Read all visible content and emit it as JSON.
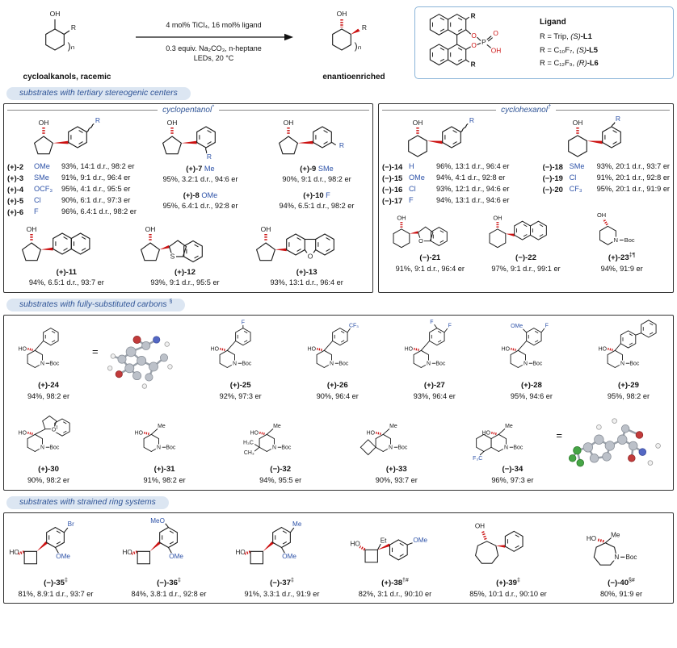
{
  "colors": {
    "accent_blue": "#2d52a8",
    "title_blue": "#2f5496",
    "pill_bg": "#dce6f2",
    "stereo_red": "#cc1111",
    "ligand_border": "#8ab4d8"
  },
  "scheme": {
    "reactant": {
      "label": "cycloalkanols, racemic"
    },
    "conditions": {
      "above": "4 mol% TiCl₄, 16 mol% ligand",
      "below1": "0.3 equiv. Na₂CO₃, n-heptane",
      "below2": "LEDs, 20 °C"
    },
    "product": {
      "label": "enantioenriched"
    },
    "ligand": {
      "title": "Ligand",
      "entries": [
        {
          "pre": "R = Trip,",
          "stereo": "(S)",
          "name": "-L1"
        },
        {
          "pre": "R = C₁₀F₇,",
          "stereo": "(S)",
          "name": "-L5"
        },
        {
          "pre": "R = C₁₂F₉,",
          "stereo": "(R)",
          "name": "-L6"
        }
      ]
    }
  },
  "atoms": {
    "oh": "OH",
    "ho": "HO",
    "r": "R",
    "n": "N",
    "boc": "Boc",
    "s": "S",
    "o": "O",
    "p": "P",
    "me": "Me",
    "ome": "OMe",
    "meo": "MeO",
    "f": "F",
    "br": "Br",
    "cf3": "CF₃",
    "f3c": "F₃C",
    "h3c": "H₃C",
    "ch3": "CH₃",
    "et": "Et",
    "paren_n": ")ₙ",
    "eq": "="
  },
  "section1": {
    "header": "substrates with tertiary stereogenic centers",
    "left": {
      "title": "cyclopentanol",
      "marker": "*",
      "list": [
        {
          "id": "(+)-2",
          "sub": "OMe",
          "result": "93%, 14:1 d.r., 98:2 er"
        },
        {
          "id": "(+)-3",
          "sub": "SMe",
          "result": "91%, 9:1 d.r., 96:4 er"
        },
        {
          "id": "(+)-4",
          "sub": "OCF₃",
          "result": "95%, 4:1 d.r., 95:5 er"
        },
        {
          "id": "(+)-5",
          "sub": "Cl",
          "result": "90%, 6:1 d.r., 97:3 er"
        },
        {
          "id": "(+)-6",
          "sub": "F",
          "result": "96%, 6.4:1 d.r., 98:2 er"
        }
      ],
      "ortho": [
        {
          "id": "(+)-7",
          "sub": "Me",
          "result": "95%, 3.2:1 d.r., 94:6 er"
        },
        {
          "id": "(+)-8",
          "sub": "OMe",
          "result": "95%, 6.4:1 d.r., 92:8 er"
        }
      ],
      "meta": [
        {
          "id": "(+)-9",
          "sub": "SMe",
          "result": "90%, 9:1 d.r., 98:2 er"
        },
        {
          "id": "(+)-10",
          "sub": "F",
          "result": "94%, 6.5:1 d.r., 98:2 er"
        }
      ],
      "bottom": [
        {
          "id": "(+)-11",
          "result": "94%, 6.5:1 d.r., 93:7 er"
        },
        {
          "id": "(+)-12",
          "result": "93%, 9:1 d.r., 95:5 er"
        },
        {
          "id": "(+)-13",
          "result": "93%, 13:1 d.r., 96:4 er"
        }
      ]
    },
    "right": {
      "title": "cyclohexanol",
      "marker": "†",
      "para": [
        {
          "id": "(−)-14",
          "sub": "H",
          "result": "96%, 13:1 d.r., 96:4 er"
        },
        {
          "id": "(−)-15",
          "sub": "OMe",
          "result": "94%, 4:1 d.r., 92:8 er"
        },
        {
          "id": "(−)-16",
          "sub": "Cl",
          "result": "93%, 12:1 d.r., 94:6 er"
        },
        {
          "id": "(−)-17",
          "sub": "F",
          "result": "94%, 13:1 d.r., 94:6 er"
        }
      ],
      "meta": [
        {
          "id": "(−)-18",
          "sub": "SMe",
          "result": "93%, 20:1 d.r., 93:7 er"
        },
        {
          "id": "(−)-19",
          "sub": "Cl",
          "result": "91%, 20:1 d.r., 92:8 er"
        },
        {
          "id": "(−)-20",
          "sub": "CF₃",
          "result": "95%, 20:1 d.r., 91:9 er"
        }
      ],
      "bottom": [
        {
          "id": "(−)-21",
          "result": "91%, 9:1 d.r., 96:4 er"
        },
        {
          "id": "(−)-22",
          "result": "97%, 9:1 d.r., 99:1 er"
        },
        {
          "id": "(+)-23",
          "mark": "‡¶",
          "result": "94%, 91:9 er"
        }
      ]
    }
  },
  "section2": {
    "header": "substrates with fully-substituted carbons",
    "marker": "§",
    "row1": [
      {
        "id": "(+)-24",
        "result": "94%, 98:2 er"
      },
      {
        "id": "(+)-25",
        "result": "92%, 97:3 er"
      },
      {
        "id": "(+)-26",
        "result": "90%, 96:4 er"
      },
      {
        "id": "(+)-27",
        "result": "93%, 96:4 er"
      },
      {
        "id": "(+)-28",
        "result": "95%, 94:6 er"
      },
      {
        "id": "(+)-29",
        "result": "95%, 98:2 er"
      }
    ],
    "row2": [
      {
        "id": "(+)-30",
        "result": "90%, 98:2 er"
      },
      {
        "id": "(+)-31",
        "result": "91%, 98:2 er"
      },
      {
        "id": "(−)-32",
        "result": "94%, 95:5 er"
      },
      {
        "id": "(+)-33",
        "result": "90%, 93:7 er"
      },
      {
        "id": "(−)-34",
        "result": "96%, 97:3 er"
      }
    ]
  },
  "section3": {
    "header": "substrates with strained ring systems",
    "items": [
      {
        "id": "(−)-35",
        "mark": "‡",
        "result": "81%, 8.9:1 d.r., 93:7 er"
      },
      {
        "id": "(−)-36",
        "mark": "‡",
        "result": "84%, 3.8:1 d.r., 92:8 er"
      },
      {
        "id": "(−)-37",
        "mark": "‡",
        "result": "91%, 3.3:1 d.r., 91:9 er"
      },
      {
        "id": "(+)-38",
        "mark": "†#",
        "result": "82%, 3:1 d.r., 90:10 er"
      },
      {
        "id": "(+)-39",
        "mark": "‡",
        "result": "85%, 10:1 d.r., 90:10 er"
      },
      {
        "id": "(−)-40",
        "mark": "§#",
        "result": "80%, 91:9 er"
      }
    ]
  }
}
